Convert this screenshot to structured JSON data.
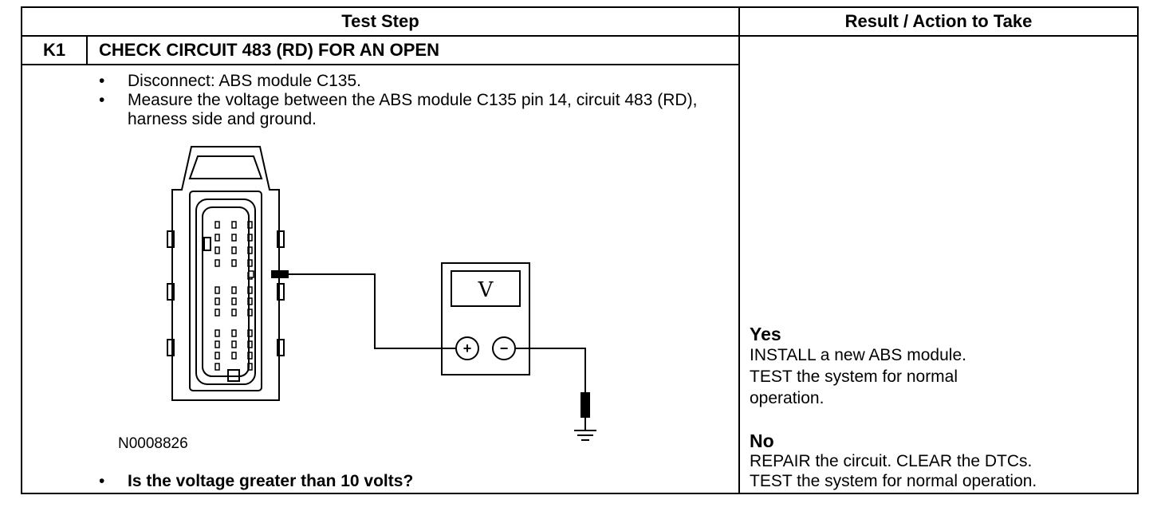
{
  "header": {
    "test_step": "Test Step",
    "result_action": "Result / Action to Take"
  },
  "step": {
    "id": "K1",
    "title": "CHECK CIRCUIT 483 (RD) FOR AN OPEN",
    "bullets": [
      "Disconnect: ABS module C135.",
      "Measure the voltage between the ABS module C135 pin 14, circuit 483 (RD), harness side and ground."
    ],
    "figure_id": "N0008826",
    "question": "Is the voltage greater than 10 volts?",
    "bullet_symbol": "•"
  },
  "diagram": {
    "meter_symbol": "V",
    "plus_symbol": "+",
    "minus_symbol": "−"
  },
  "results": {
    "yes": {
      "label": "Yes",
      "lines": [
        "INSTALL a new ABS module.",
        "TEST the system for normal",
        "operation."
      ]
    },
    "no": {
      "label": "No",
      "lines": [
        "REPAIR the circuit. CLEAR the DTCs.",
        "TEST the system for normal operation."
      ]
    }
  }
}
